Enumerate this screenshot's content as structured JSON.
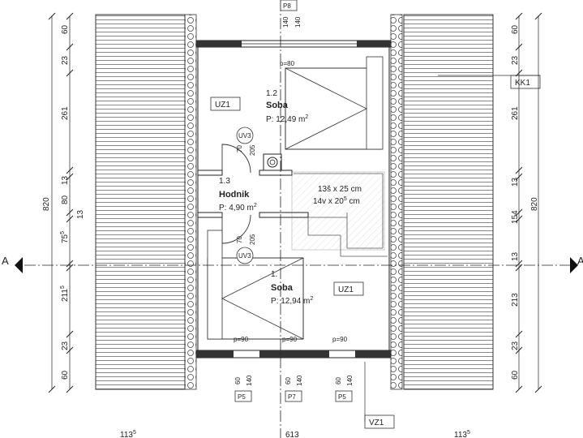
{
  "rooms": {
    "upper": {
      "number": "1.2",
      "name": "Soba",
      "area": "P: 12,49 m",
      "sup": "2"
    },
    "hall": {
      "number": "1.3",
      "name": "Hodnik",
      "area": "P: 4,90 m",
      "sup": "2"
    },
    "lower": {
      "number": "1.",
      "name": "Soba",
      "area": "P: 12,94 m",
      "sup": "2"
    }
  },
  "tags": {
    "uz1_top": "UZ1",
    "uz1_bottom": "UZ1",
    "kk1": "KK1",
    "vz1": "VZ1",
    "uv3_top": "UV3",
    "uv3_bottom": "UV3",
    "p8": "P8",
    "p5_left": "P5",
    "p7": "P7",
    "p5_right": "P5"
  },
  "stair": {
    "line1": "13š x 25 cm",
    "line2": "14v x 20",
    "line2_sup": "5",
    "line2_unit": " cm"
  },
  "section_marks": {
    "left": "A",
    "right": "A"
  },
  "openings": {
    "top_p": "p=80",
    "bottom_p_left": "p=90",
    "bottom_p_mid": "p=90",
    "bottom_p_right": "p=90",
    "top_w1": "140",
    "top_w2": "140",
    "door_top_a": "70",
    "door_top_b": "205",
    "door_bot_a": "70",
    "door_bot_b": "205",
    "bot_l_a": "60",
    "bot_l_b": "140",
    "bot_m_a": "60",
    "bot_m_b": "140",
    "bot_r_a": "60",
    "bot_r_b": "140"
  },
  "dimensions": {
    "left": {
      "total": "820",
      "segments": [
        "60",
        "23",
        "261",
        "13",
        "80",
        "13",
        "75",
        "211",
        "23",
        "60"
      ],
      "seg_75_sup": "5",
      "seg_211_sup": "5"
    },
    "right": {
      "total": "820",
      "segments": [
        "60",
        "23",
        "261",
        "13",
        "154",
        "13",
        "213",
        "23",
        "60"
      ]
    },
    "bottom": {
      "left": "113",
      "left_sup": "5",
      "center": "613",
      "right": "113",
      "right_sup": "5"
    }
  }
}
